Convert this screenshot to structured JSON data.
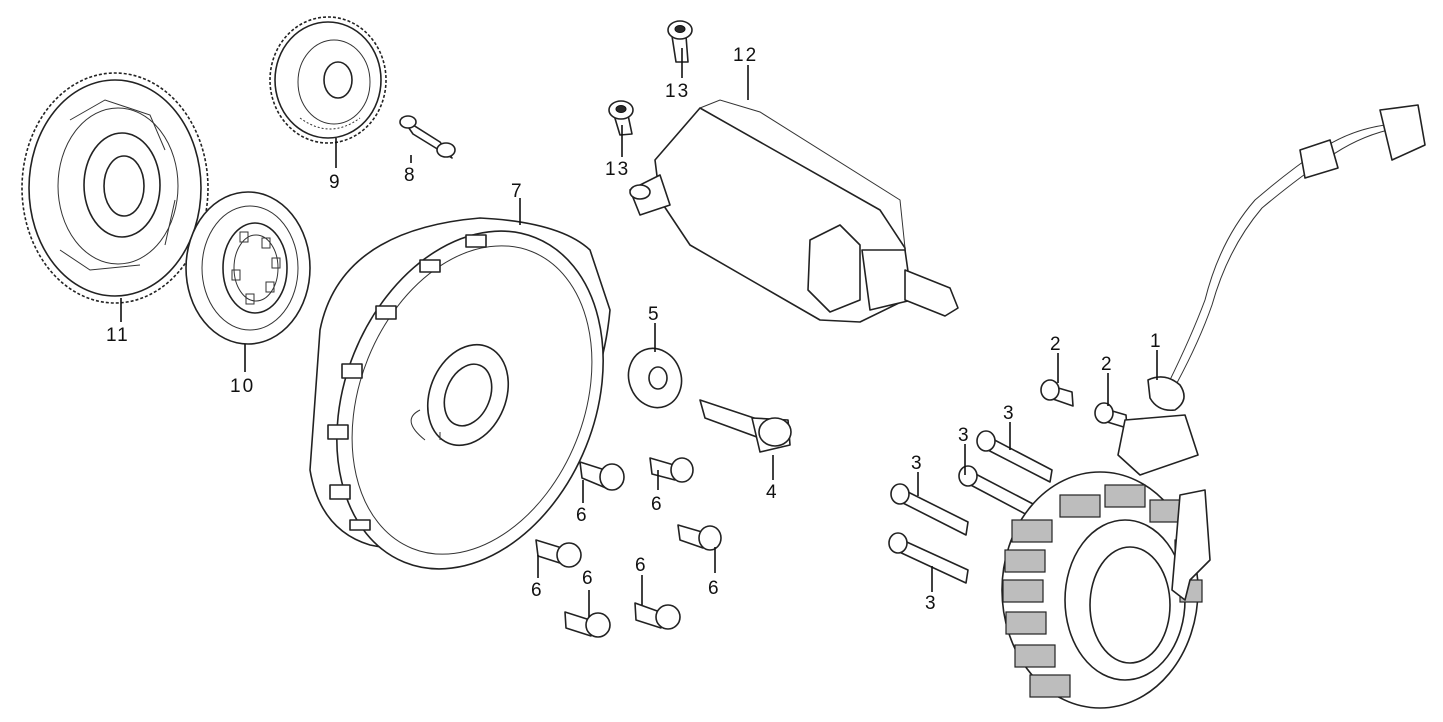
{
  "callouts": [
    {
      "id": "1",
      "text": "1"
    },
    {
      "id": "2a",
      "text": "2"
    },
    {
      "id": "2b",
      "text": "2"
    },
    {
      "id": "3a",
      "text": "3"
    },
    {
      "id": "3b",
      "text": "3"
    },
    {
      "id": "3c",
      "text": "3"
    },
    {
      "id": "3d",
      "text": "3"
    },
    {
      "id": "4",
      "text": "4"
    },
    {
      "id": "5",
      "text": "5"
    },
    {
      "id": "6a",
      "text": "6"
    },
    {
      "id": "6b",
      "text": "6"
    },
    {
      "id": "6c",
      "text": "6"
    },
    {
      "id": "6d",
      "text": "6"
    },
    {
      "id": "6e",
      "text": "6"
    },
    {
      "id": "6f",
      "text": "6"
    },
    {
      "id": "7",
      "text": "7"
    },
    {
      "id": "8",
      "text": "8"
    },
    {
      "id": "9",
      "text": "9"
    },
    {
      "id": "10",
      "text": "10"
    },
    {
      "id": "11",
      "text": "11"
    },
    {
      "id": "12",
      "text": "12"
    },
    {
      "id": "13a",
      "text": "13"
    },
    {
      "id": "13b",
      "text": "13"
    }
  ]
}
